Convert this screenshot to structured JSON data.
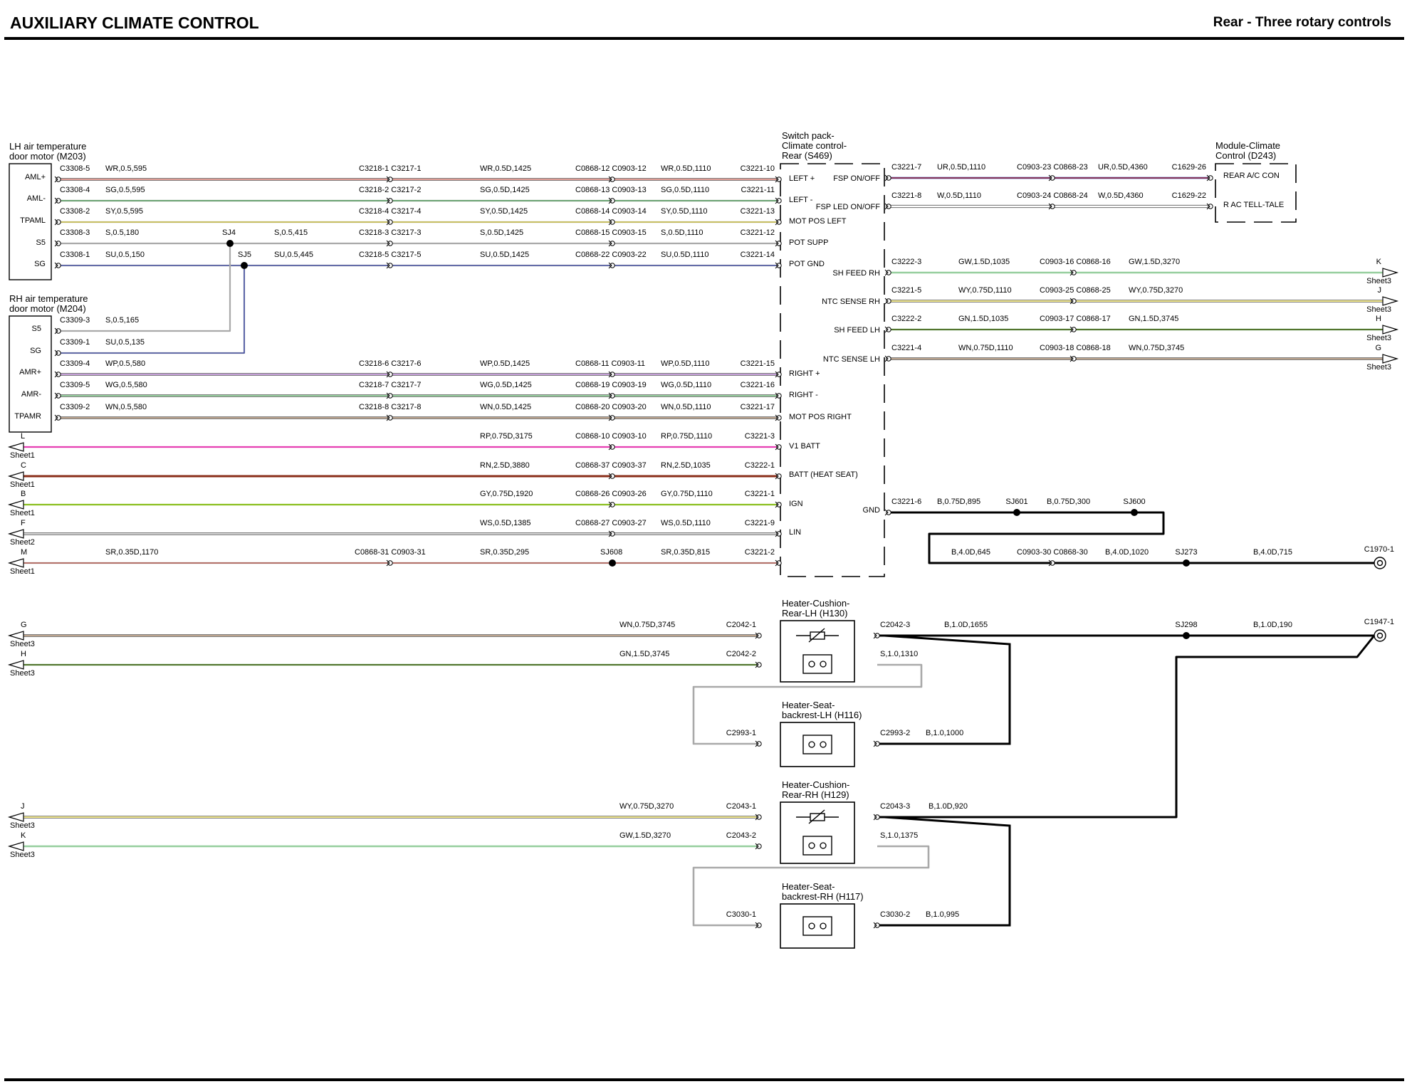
{
  "header": {
    "title": "AUXILIARY CLIMATE CONTROL",
    "subtitle": "Rear - Three rotary controls"
  },
  "colors": {
    "W": "#ffffff",
    "R": "#c0392b",
    "G": "#2e9e3e",
    "S": "#a9a9a9",
    "Y": "#e8d51e",
    "U": "#1f2fa8",
    "N": "#7a4a1e",
    "P": "#8b3fb0",
    "B": "#000000",
    "K": "#e63fb2",
    "GY": "#8bbf1f",
    "RN": "#8a2e1a"
  },
  "components": {
    "lh_motor": {
      "name_l1": "LH air temperature",
      "name_l2": "door motor (M203)",
      "pins": [
        "AML+",
        "AML-",
        "TPAML",
        "S5",
        "SG"
      ]
    },
    "rh_motor": {
      "name_l1": "RH air temperature",
      "name_l2": "door motor (M204)",
      "pins": [
        "S5",
        "SG",
        "AMR+",
        "AMR-",
        "TPAMR"
      ]
    },
    "switch_pack": {
      "name_l1": "Switch pack-",
      "name_l2": "Climate control-",
      "name_l3": "Rear (S469)",
      "left_pins": [
        "LEFT +",
        "LEFT -",
        "MOT POS LEFT",
        "POT SUPP",
        "POT GND",
        "RIGHT +",
        "RIGHT -",
        "MOT POS RIGHT",
        "V1 BATT",
        "BATT (HEAT SEAT)",
        "IGN",
        "LIN",
        "GND"
      ],
      "right_pins": [
        "FSP ON/OFF",
        "FSP LED ON/OFF",
        "SH FEED RH",
        "NTC SENSE RH",
        "SH FEED LH",
        "NTC SENSE LH"
      ]
    },
    "module": {
      "name_l1": "Module-Climate",
      "name_l2": "Control (D243)",
      "pins": [
        "REAR A/C CON",
        "R AC TELL-TALE"
      ]
    },
    "heaters": [
      {
        "name_l1": "Heater-Cushion-",
        "name_l2": "Rear-LH (H130)"
      },
      {
        "name_l1": "Heater-Seat-",
        "name_l2": "backrest-LH (H116)"
      },
      {
        "name_l1": "Heater-Cushion-",
        "name_l2": "Rear-RH (H129)"
      },
      {
        "name_l1": "Heater-Seat-",
        "name_l2": "backrest-RH (H117)"
      }
    ]
  },
  "wires": [
    {
      "id": "aml-plus",
      "color": [
        "W",
        "R"
      ],
      "labels": [
        "C3308-5",
        "WR,0.5,595",
        "C3218-1 C3217-1",
        "WR,0.5D,1425",
        "C0868-12 C0903-12",
        "WR,0.5D,1110",
        "C3221-10"
      ]
    },
    {
      "id": "aml-minus",
      "color": [
        "S",
        "G"
      ],
      "labels": [
        "C3308-4",
        "SG,0.5,595",
        "C3218-2 C3217-2",
        "SG,0.5D,1425",
        "C0868-13 C0903-13",
        "SG,0.5D,1110",
        "C3221-11"
      ]
    },
    {
      "id": "tpaml",
      "color": [
        "S",
        "Y"
      ],
      "labels": [
        "C3308-2",
        "SY,0.5,595",
        "C3218-4 C3217-4",
        "SY,0.5D,1425",
        "C0868-14 C0903-14",
        "SY,0.5D,1110",
        "C3221-13"
      ]
    },
    {
      "id": "s5",
      "color": [
        "S"
      ],
      "labels": [
        "C3308-3",
        "S,0.5,180",
        "SJ4",
        "S,0.5,415",
        "C3218-3 C3217-3",
        "S,0.5D,1425",
        "C0868-15 C0903-15",
        "S,0.5D,1110",
        "C3221-12"
      ]
    },
    {
      "id": "sg",
      "color": [
        "S",
        "U"
      ],
      "labels": [
        "C3308-1",
        "SU,0.5,150",
        "SJ5",
        "SU,0.5,445",
        "C3218-5 C3217-5",
        "SU,0.5D,1425",
        "C0868-22 C0903-22",
        "SU,0.5D,1110",
        "C3221-14"
      ]
    },
    {
      "id": "rh-s5",
      "color": [
        "S"
      ],
      "labels": [
        "C3309-3",
        "S,0.5,165"
      ]
    },
    {
      "id": "rh-sg",
      "color": [
        "S",
        "U"
      ],
      "labels": [
        "C3309-1",
        "SU,0.5,135"
      ]
    },
    {
      "id": "amr-plus",
      "color": [
        "W",
        "P"
      ],
      "labels": [
        "C3309-4",
        "WP,0.5,580",
        "C3218-6 C3217-6",
        "WP,0.5D,1425",
        "C0868-11 C0903-11",
        "WP,0.5D,1110",
        "C3221-15"
      ]
    },
    {
      "id": "amr-minus",
      "color": [
        "W",
        "G"
      ],
      "labels": [
        "C3309-5",
        "WG,0.5,580",
        "C3218-7 C3217-7",
        "WG,0.5D,1425",
        "C0868-19 C0903-19",
        "WG,0.5D,1110",
        "C3221-16"
      ]
    },
    {
      "id": "tpamr",
      "color": [
        "W",
        "N"
      ],
      "labels": [
        "C3309-2",
        "WN,0.5,580",
        "C3218-8 C3217-8",
        "WN,0.5D,1425",
        "C0868-20 C0903-20",
        "WN,0.5D,1110",
        "C3221-17"
      ]
    },
    {
      "id": "v1batt",
      "color": [
        "K"
      ],
      "labels": [
        "L",
        "Sheet1",
        "RP,0.75D,3175",
        "C0868-10 C0903-10",
        "RP,0.75D,1110",
        "C3221-3"
      ]
    },
    {
      "id": "batt-heat",
      "color": [
        "RN"
      ],
      "labels": [
        "C",
        "Sheet1",
        "RN,2.5D,3880",
        "C0868-37 C0903-37",
        "RN,2.5D,1035",
        "C3222-1"
      ]
    },
    {
      "id": "ign",
      "color": [
        "GY"
      ],
      "labels": [
        "B",
        "Sheet1",
        "GY,0.75D,1920",
        "C0868-26 C0903-26",
        "GY,0.75D,1110",
        "C3221-1"
      ]
    },
    {
      "id": "lin",
      "color": [
        "W",
        "S"
      ],
      "labels": [
        "F",
        "Sheet2",
        "WS,0.5D,1385",
        "C0868-27 C0903-27",
        "WS,0.5D,1110",
        "C3221-9"
      ]
    },
    {
      "id": "sr",
      "color": [
        "S",
        "R"
      ],
      "labels": [
        "M",
        "Sheet1",
        "SR,0.35D,1170",
        "C0868-31 C0903-31",
        "SR,0.35D,295",
        "SJ608",
        "SR,0.35D,815",
        "C3221-2"
      ]
    },
    {
      "id": "fsp-onoff",
      "color": [
        "U",
        "R"
      ],
      "labels": [
        "C3221-7",
        "UR,0.5D,1110",
        "C0903-23 C0868-23",
        "UR,0.5D,4360",
        "C1629-26"
      ]
    },
    {
      "id": "fsp-led",
      "color": [
        "W"
      ],
      "labels": [
        "C3221-8",
        "W,0.5D,1110",
        "C0903-24 C0868-24",
        "W,0.5D,4360",
        "C1629-22"
      ]
    },
    {
      "id": "sh-feed-rh",
      "color": [
        "G",
        "W"
      ],
      "labels": [
        "C3222-3",
        "GW,1.5D,1035",
        "C0903-16 C0868-16",
        "GW,1.5D,3270",
        "K",
        "Sheet3"
      ]
    },
    {
      "id": "ntc-rh",
      "color": [
        "W",
        "Y"
      ],
      "labels": [
        "C3221-5",
        "WY,0.75D,1110",
        "C0903-25 C0868-25",
        "WY,0.75D,3270",
        "J",
        "Sheet3"
      ]
    },
    {
      "id": "sh-feed-lh",
      "color": [
        "G",
        "N"
      ],
      "labels": [
        "C3222-2",
        "GN,1.5D,1035",
        "C0903-17 C0868-17",
        "GN,1.5D,3745",
        "H",
        "Sheet3"
      ]
    },
    {
      "id": "ntc-lh",
      "color": [
        "W",
        "N"
      ],
      "labels": [
        "C3221-4",
        "WN,0.75D,1110",
        "C0903-18 C0868-18",
        "WN,0.75D,3745",
        "G",
        "Sheet3"
      ]
    },
    {
      "id": "gnd",
      "color": [
        "B"
      ],
      "labels": [
        "GND",
        "C3221-6",
        "B,0.75D,895",
        "SJ601",
        "B,0.75D,300",
        "SJ600",
        "B,4.0D,645",
        "C0903-30 C0868-30",
        "B,4.0D,1020",
        "SJ273",
        "B,4.0D,715",
        "C1970-1"
      ]
    },
    {
      "id": "h130-ntc",
      "color": [
        "W",
        "N"
      ],
      "labels": [
        "G",
        "Sheet3",
        "WN,0.75D,3745",
        "C2042-1"
      ]
    },
    {
      "id": "h130-feed",
      "color": [
        "G",
        "N"
      ],
      "labels": [
        "H",
        "Sheet3",
        "GN,1.5D,3745",
        "C2042-2"
      ]
    },
    {
      "id": "h130-gnd",
      "color": [
        "B"
      ],
      "labels": [
        "C2042-3",
        "B,1.0D,1655",
        "SJ298",
        "B,1.0D,190",
        "C1947-1"
      ]
    },
    {
      "id": "h130-link",
      "color": [
        "S"
      ],
      "labels": [
        "S,1.0,1310"
      ]
    },
    {
      "id": "h116",
      "color": [
        "B"
      ],
      "labels": [
        "C2993-1",
        "C2993-2",
        "B,1.0,1000"
      ]
    },
    {
      "id": "h129-ntc",
      "color": [
        "W",
        "Y"
      ],
      "labels": [
        "J",
        "Sheet3",
        "WY,0.75D,3270",
        "C2043-1"
      ]
    },
    {
      "id": "h129-feed",
      "color": [
        "G",
        "W"
      ],
      "labels": [
        "K",
        "Sheet3",
        "GW,1.5D,3270",
        "C2043-2"
      ]
    },
    {
      "id": "h129-gnd",
      "color": [
        "B"
      ],
      "labels": [
        "C2043-3",
        "B,1.0D,920"
      ]
    },
    {
      "id": "h129-link",
      "color": [
        "S"
      ],
      "labels": [
        "S,1.0,1375"
      ]
    },
    {
      "id": "h117",
      "color": [
        "B"
      ],
      "labels": [
        "C3030-1",
        "C3030-2",
        "B,1.0,995"
      ]
    }
  ]
}
